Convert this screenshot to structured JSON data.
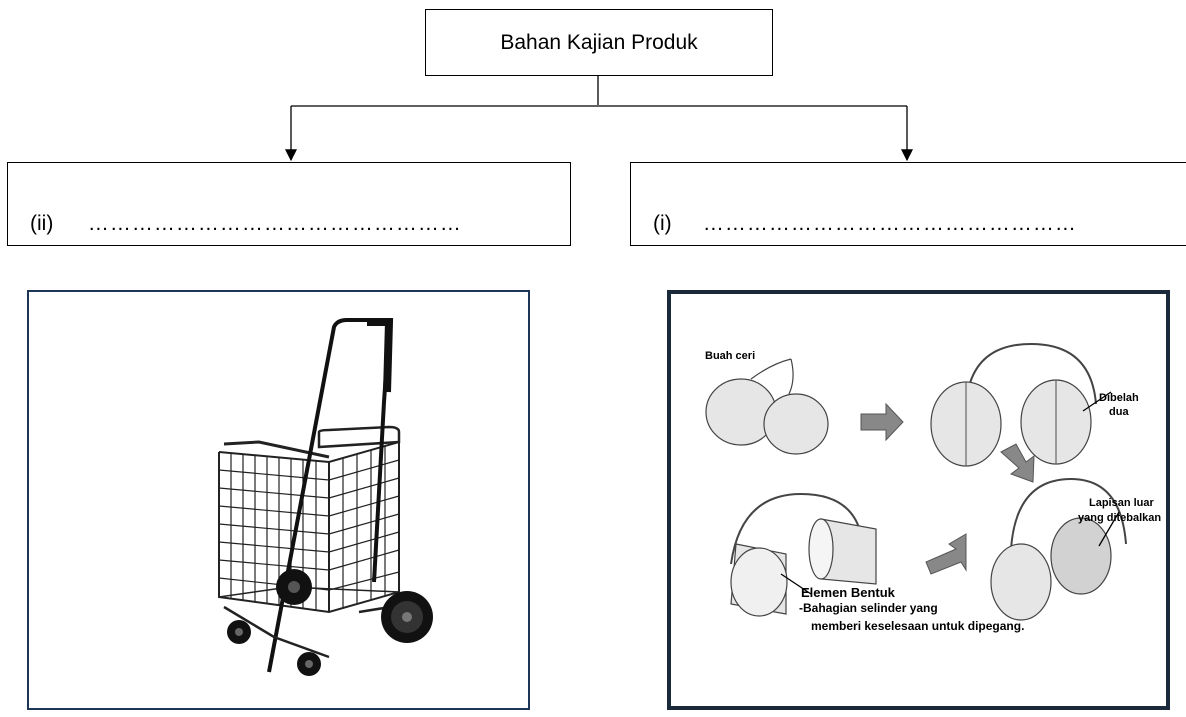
{
  "title": "Bahan Kajian Produk",
  "answers": {
    "left": {
      "label": "(ii)",
      "dots": "……………………………………………"
    },
    "right": {
      "label": "(i)",
      "dots": "……………………………………………"
    }
  },
  "panel_right": {
    "cherry_label": "Buah ceri",
    "split_label_1": "Dibelah",
    "split_label_2": "dua",
    "layer_label_1": "Lapisan luar",
    "layer_label_2": "yang ditebalkan",
    "element_title": "Elemen Bentuk",
    "element_desc_1": "-Bahagian selinder yang",
    "element_desc_2": "memberi keselesaan untuk dipegang."
  }
}
